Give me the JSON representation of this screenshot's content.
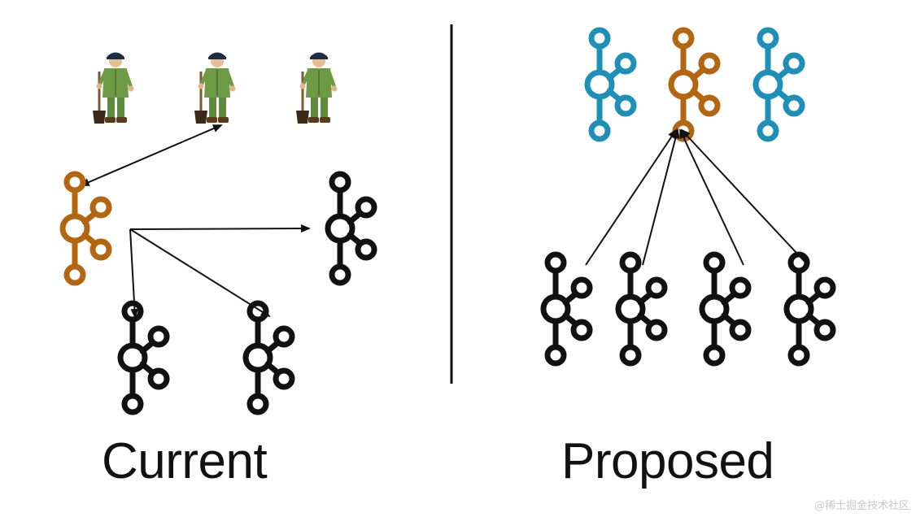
{
  "captions": {
    "left": "Current",
    "right": "Proposed"
  },
  "watermark": "@稀土掘金技术社区",
  "colors": {
    "broker_black": "#111111",
    "controller_orange": "#b3650f",
    "controller_blue": "#1e8fb8",
    "divider": "#111111",
    "zk_uniform": "#5e8a3c",
    "zk_cap": "#1f2d44"
  },
  "icons": {
    "zookeeper": "zookeeper-worker-icon",
    "broker": "kafka-broker-icon"
  }
}
